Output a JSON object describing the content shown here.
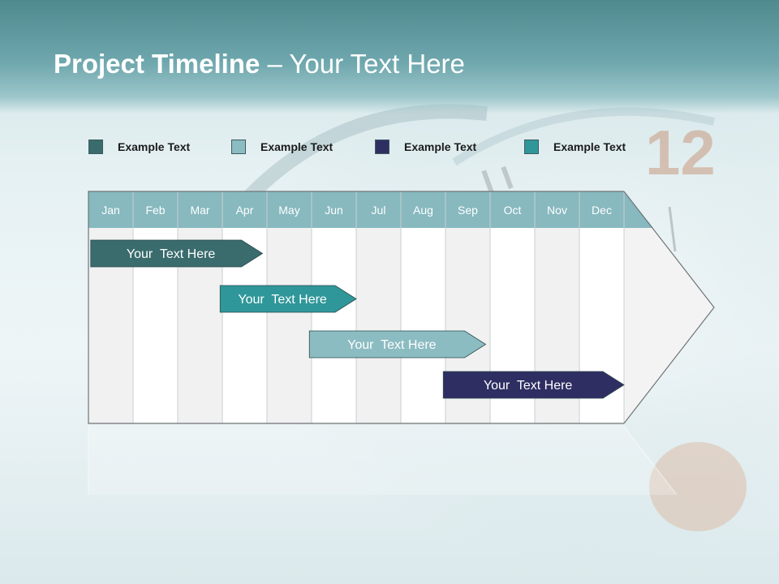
{
  "header": {
    "title_bold": "Project Timeline",
    "title_rest": " – Your Text Here"
  },
  "legend": [
    {
      "label": "Example Text",
      "color": "#3a6b6d"
    },
    {
      "label": "Example Text",
      "color": "#8bbcc2"
    },
    {
      "label": "Example Text",
      "color": "#2f2e63"
    },
    {
      "label": "Example Text",
      "color": "#2f9799"
    }
  ],
  "chart_data": {
    "type": "gantt",
    "months": [
      "Jan",
      "Feb",
      "Mar",
      "Apr",
      "May",
      "Jun",
      "Jul",
      "Aug",
      "Sep",
      "Oct",
      "Nov",
      "Dec"
    ],
    "header_color": "#87b9bf",
    "tasks": [
      {
        "label": "Your  Text Here",
        "start": 0.05,
        "end": 3.9,
        "color": "#3a6b6d"
      },
      {
        "label": "Your  Text Here",
        "start": 2.95,
        "end": 6.0,
        "color": "#2f9799"
      },
      {
        "label": "Your  Text Here",
        "start": 4.95,
        "end": 8.9,
        "color": "#8bbcc2"
      },
      {
        "label": "Your  Text Here",
        "start": 7.95,
        "end": 12.0,
        "color": "#2f2e63"
      }
    ]
  }
}
